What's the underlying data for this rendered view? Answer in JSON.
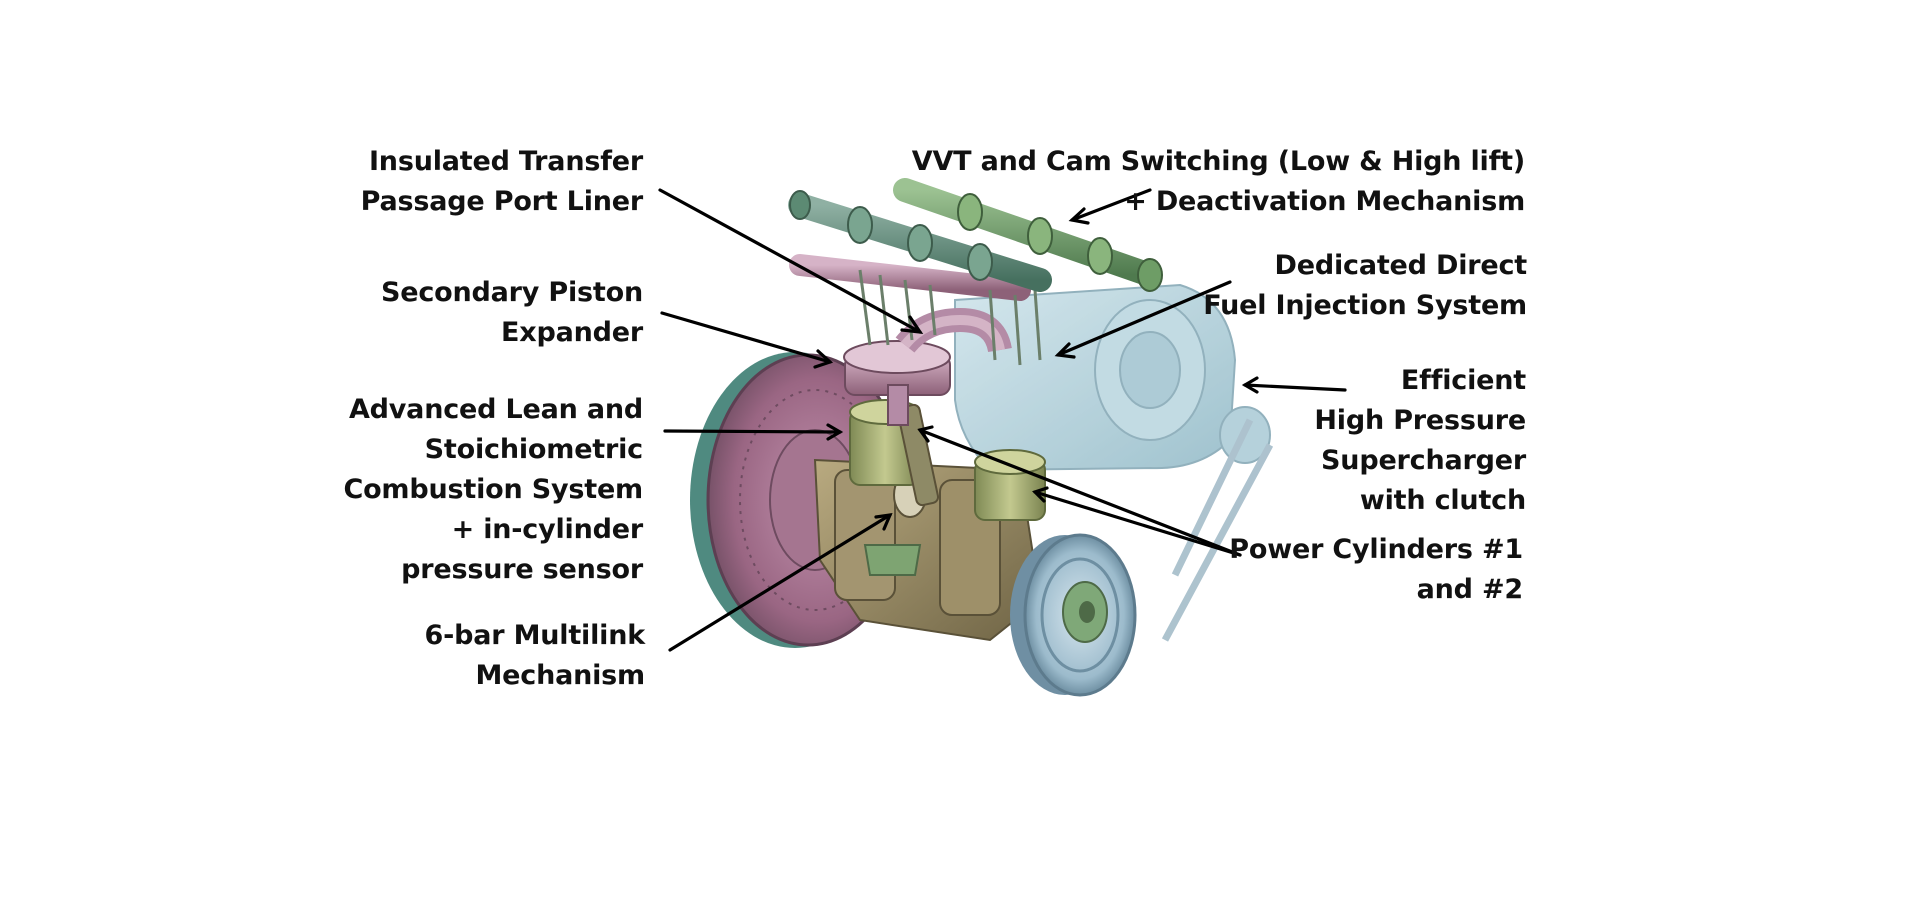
{
  "labels": {
    "insulated_transfer": {
      "line1": "Insulated Transfer",
      "line2": "Passage Port Liner"
    },
    "secondary_piston": {
      "line1": "Secondary Piston",
      "line2": "Expander"
    },
    "advanced_lean": {
      "line1": "Advanced Lean and",
      "line2": "Stoichiometric",
      "line3": "Combustion System",
      "line4": "+ in-cylinder",
      "line5": "pressure sensor"
    },
    "multilink": {
      "line1": "6-bar Multilink",
      "line2": "Mechanism"
    },
    "vvt": {
      "line1": "VVT and Cam Switching (Low & High lift)",
      "line2": "+ Deactivation Mechanism"
    },
    "direct_injection": {
      "line1": "Dedicated Direct",
      "line2": "Fuel Injection System"
    },
    "supercharger": {
      "line1": "Efficient",
      "line2": "High Pressure",
      "line3": "Supercharger",
      "line4": "with clutch"
    },
    "power_cylinders": {
      "line1": "Power Cylinders #1",
      "line2": "and #2"
    }
  },
  "colors": {
    "camshaft_green": "#6f9a6a",
    "manifold_pink": "#b48ba6",
    "flywheel_pink": "#a06a88",
    "flywheel_teal": "#5e9a92",
    "piston_olive": "#a5ac72",
    "crank_brown": "#8d7f5c",
    "supercharger_blue": "#a9cbd6",
    "pulley_blue": "#8fb3c8",
    "leader_line": "#000000"
  }
}
